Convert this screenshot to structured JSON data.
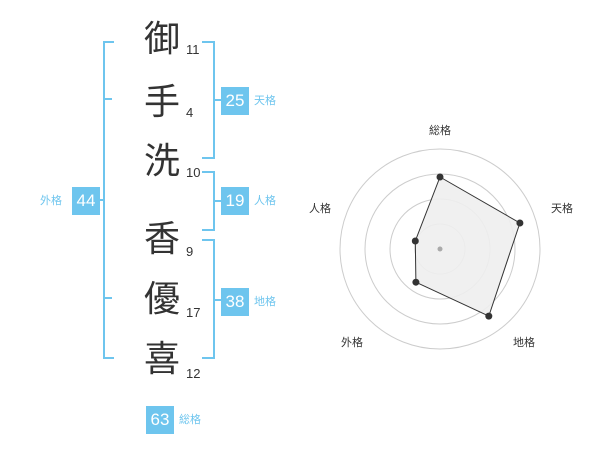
{
  "name_chars": [
    {
      "char": "御",
      "strokes": "11"
    },
    {
      "char": "手",
      "strokes": "4"
    },
    {
      "char": "洗",
      "strokes": "10"
    },
    {
      "char": "香",
      "strokes": "9"
    },
    {
      "char": "優",
      "strokes": "17"
    },
    {
      "char": "喜",
      "strokes": "12"
    }
  ],
  "fortunes": {
    "tenkaku": {
      "value": "25",
      "label": "天格"
    },
    "jinkaku": {
      "value": "19",
      "label": "人格"
    },
    "chikaku": {
      "value": "38",
      "label": "地格"
    },
    "gaikaku": {
      "value": "44",
      "label": "外格"
    },
    "soukaku": {
      "value": "63",
      "label": "総格"
    }
  },
  "colors": {
    "accent": "#6ec5ee",
    "text": "#333333",
    "ring": "#cccccc",
    "fill": "#eeeeee"
  },
  "chart_data": {
    "type": "radar",
    "axes": [
      "総格",
      "天格",
      "地格",
      "外格",
      "人格"
    ],
    "values": [
      0.72,
      0.84,
      0.83,
      0.41,
      0.26
    ],
    "rings": 4,
    "grid": true
  }
}
